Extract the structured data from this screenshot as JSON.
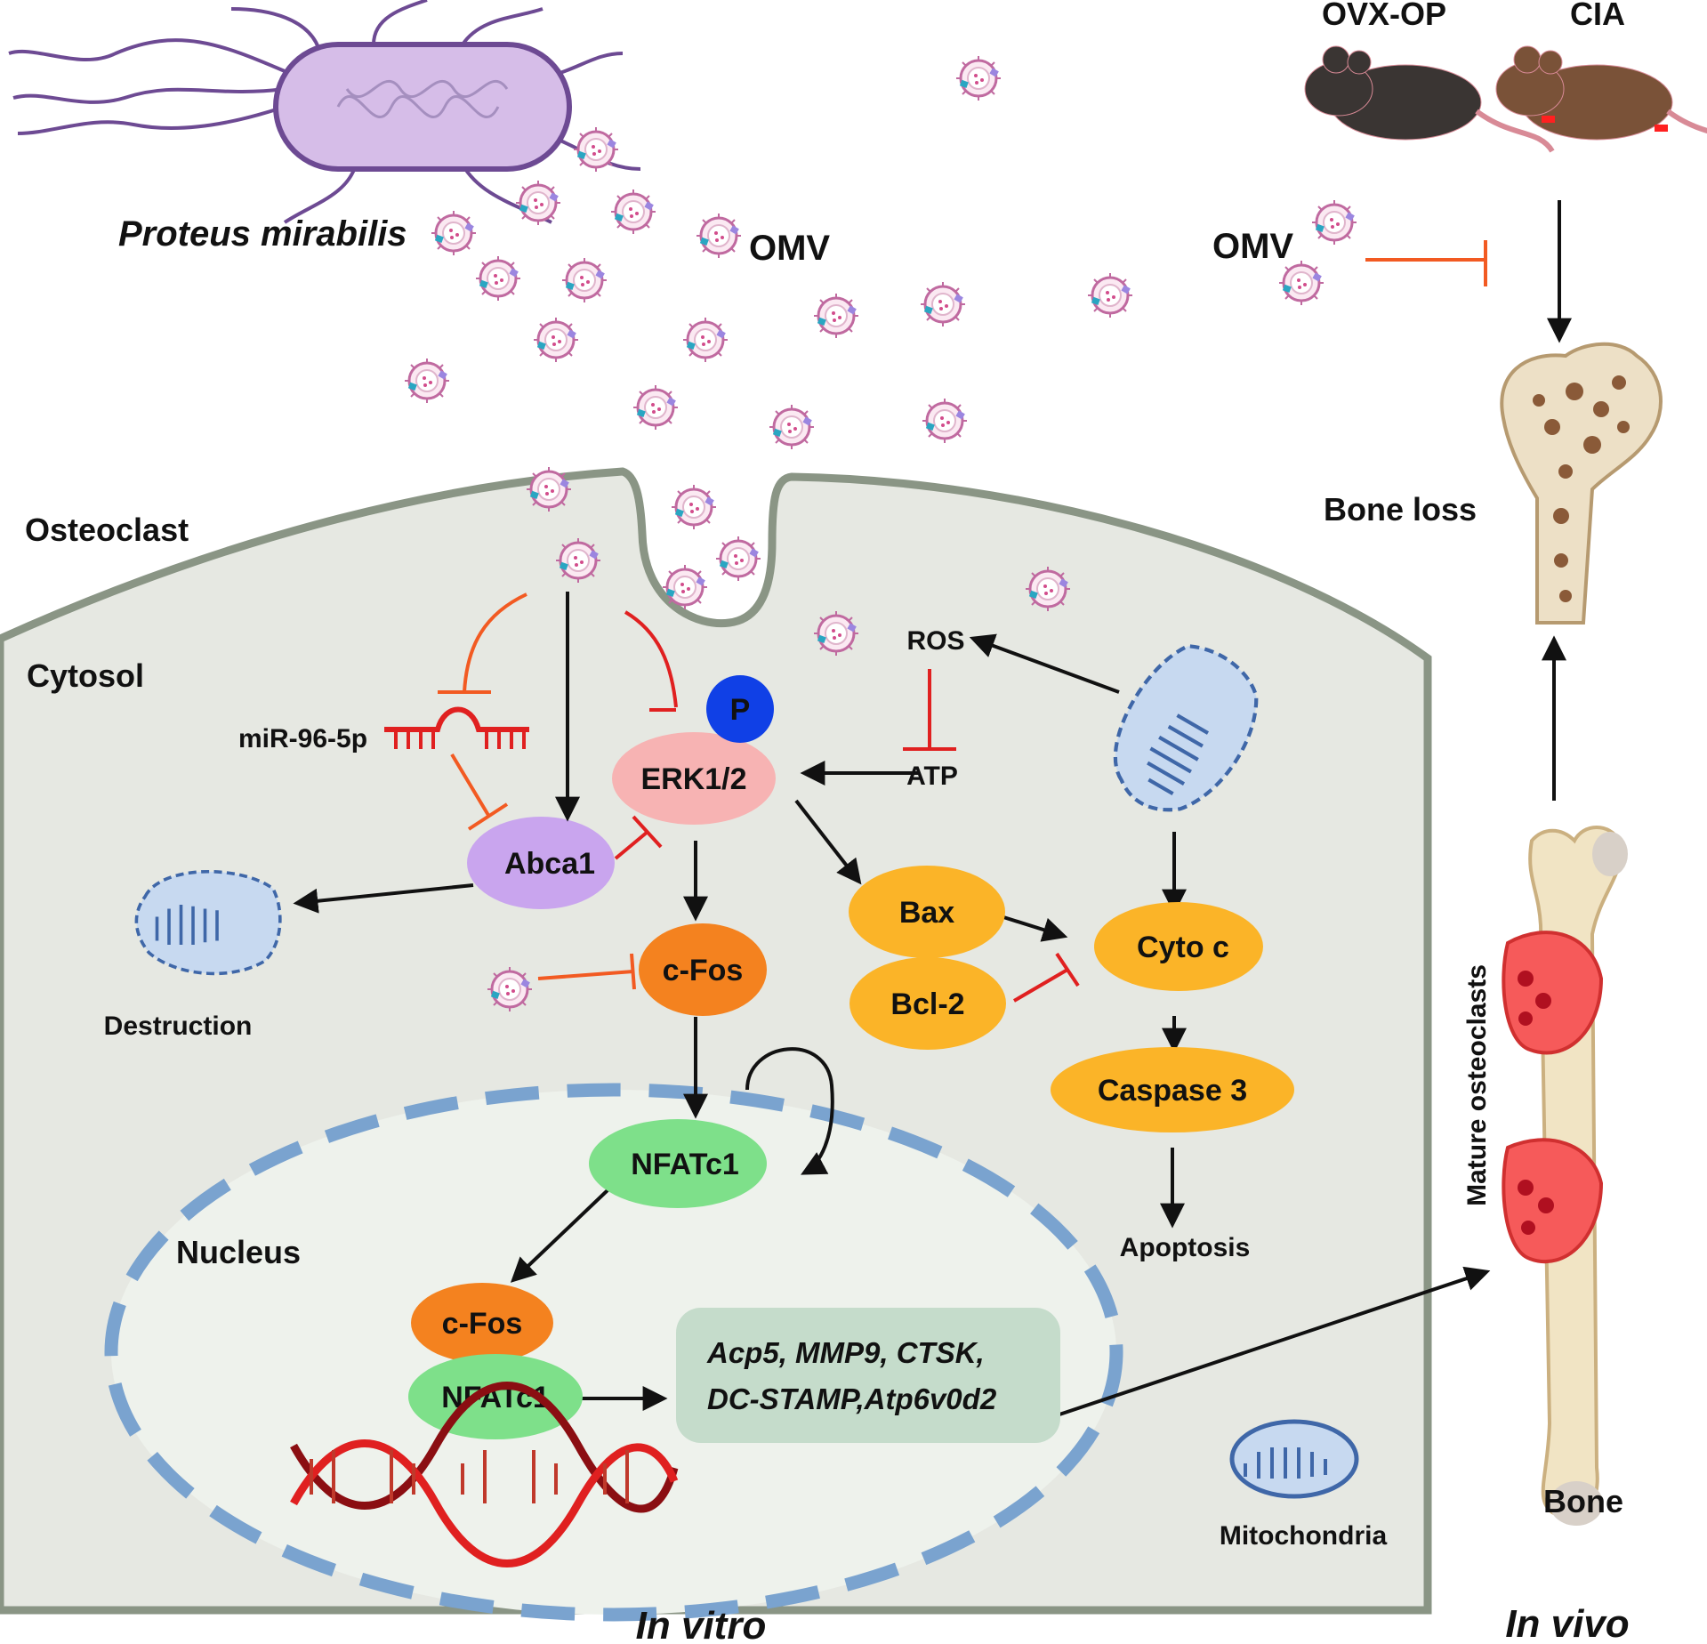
{
  "organism": "Proteus mirabilis",
  "omv_label": "OMV",
  "models": {
    "ovx": "OVX-OP",
    "cia": "CIA"
  },
  "compartments": {
    "osteoclast": "Osteoclast",
    "cytosol": "Cytosol",
    "nucleus": "Nucleus",
    "mitochondria": "Mitochondria"
  },
  "nodes": {
    "p": "P",
    "erk": "ERK1/2",
    "abca1": "Abca1",
    "mir": "miR-96-5p",
    "cfos": "c-Fos",
    "nfatc1": "NFATc1",
    "bax": "Bax",
    "bcl2": "Bcl-2",
    "cytoc": "Cyto c",
    "caspase3": "Caspase 3",
    "apoptosis": "Apoptosis",
    "ros": "ROS",
    "atp": "ATP",
    "destruction": "Destruction"
  },
  "genes": {
    "line1": "Acp5, MMP9, CTSK,",
    "line2": "DC-STAMP,Atp6v0d2"
  },
  "invivo": {
    "bone_loss": "Bone loss",
    "mature_osteoclasts": "Mature osteoclasts",
    "bone": "Bone"
  },
  "footer": {
    "in_vitro": "In vitro",
    "in_vivo": "In vivo"
  },
  "colors": {
    "cytosol": "#e6e8e2",
    "membrane": "#8a9585",
    "nucleus_fill": "#eef2ec",
    "nucleus_dash": "#7aa3cf",
    "erk": "#f7b3b3",
    "abca1": "#c9a5ee",
    "p": "#1040e6",
    "cfos": "#f4821f",
    "nfatc1": "#7ee08a",
    "orange_node": "#fbb428",
    "gene_box": "#c5dccb",
    "inhibit_orange": "#f25a22",
    "inhibit_red": "#e02020",
    "bacterium": "#d6bde8",
    "osteoclast_red": "#f65a5a"
  }
}
